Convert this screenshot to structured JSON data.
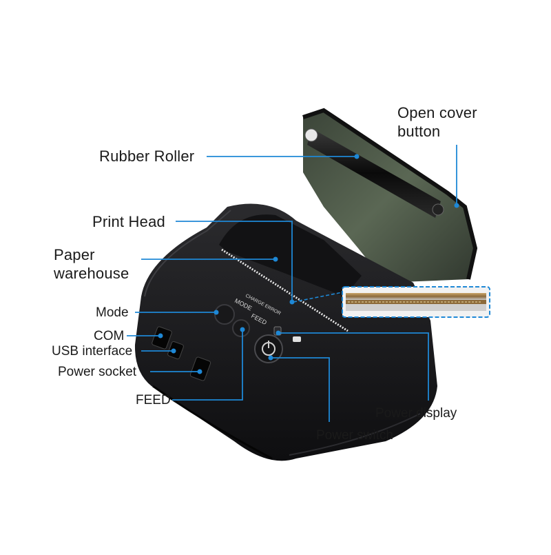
{
  "labels": {
    "open_cover_button": "Open cover\nbutton",
    "rubber_roller": "Rubber Roller",
    "print_head": "Print Head",
    "paper_warehouse": "Paper\nwarehouse",
    "mode": "Mode",
    "com": "COM",
    "usb_interface": "USB interface",
    "power_socket": "Power socket",
    "feed": "FEED",
    "power_display": "Power display",
    "power_switch": "Power switch"
  },
  "device_markings": {
    "charge": "CHARGE",
    "error": "ERROR",
    "mode": "MODE",
    "feed": "FEED"
  },
  "colors": {
    "leader_line": "#1e88d6",
    "printer_body": "#1c1c1e",
    "cover_tint": "#2f3b2c"
  }
}
